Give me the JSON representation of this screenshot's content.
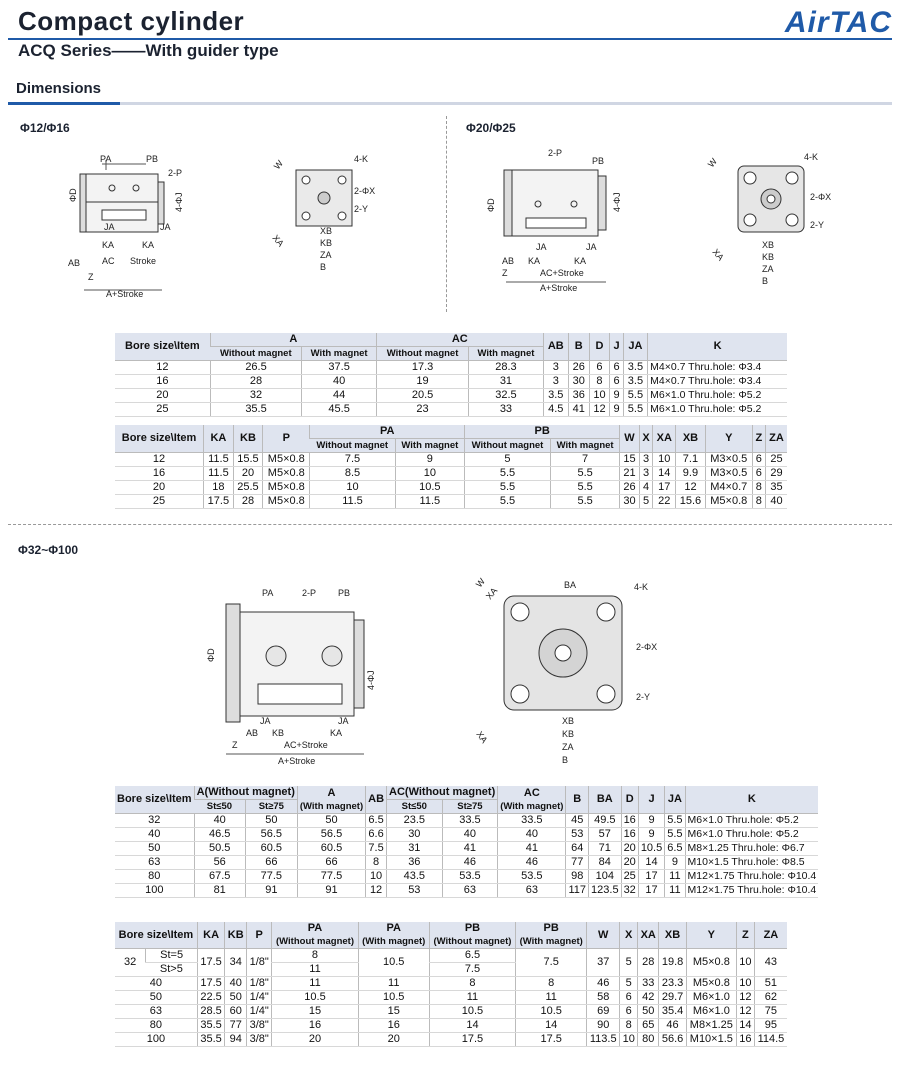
{
  "header": {
    "title": "Compact cylinder",
    "subtitle": "ACQ Series——With guider type",
    "brand": "AirTAC",
    "section": "Dimensions"
  },
  "bores": {
    "a": "Φ12/Φ16",
    "b": "Φ20/Φ25",
    "c": "Φ32~Φ100"
  },
  "labels": {
    "PA": "PA",
    "PB": "PB",
    "P2": "2-P",
    "K4": "4-K",
    "X2": "2-ΦX",
    "Y2": "2-Y",
    "D": "ΦD",
    "J4": "4-ΦJ",
    "W": "W",
    "XA": "XA",
    "XB": "XB",
    "KB": "KB",
    "ZA": "ZA",
    "B": "B",
    "BA": "BA",
    "AB": "AB",
    "JA": "JA",
    "KA": "KA",
    "AC": "AC",
    "Z": "Z",
    "Stroke": "Stroke",
    "ACS": "AC+Stroke",
    "AS": "A+Stroke"
  },
  "t1": {
    "h1": [
      "Bore size\\Item",
      "A",
      "AC",
      "AB",
      "B",
      "D",
      "J",
      "JA",
      "K"
    ],
    "h2": [
      "Without magnet",
      "With magnet",
      "Without magnet",
      "With magnet"
    ],
    "rows": [
      [
        "12",
        "26.5",
        "37.5",
        "17.3",
        "28.3",
        "3",
        "26",
        "6",
        "6",
        "3.5",
        "M4×0.7 Thru.hole: Φ3.4"
      ],
      [
        "16",
        "28",
        "40",
        "19",
        "31",
        "3",
        "30",
        "8",
        "6",
        "3.5",
        "M4×0.7 Thru.hole: Φ3.4"
      ],
      [
        "20",
        "32",
        "44",
        "20.5",
        "32.5",
        "3.5",
        "36",
        "10",
        "9",
        "5.5",
        "M6×1.0 Thru.hole: Φ5.2"
      ],
      [
        "25",
        "35.5",
        "45.5",
        "23",
        "33",
        "4.5",
        "41",
        "12",
        "9",
        "5.5",
        "M6×1.0 Thru.hole: Φ5.2"
      ]
    ]
  },
  "t2": {
    "h1": [
      "Bore size\\Item",
      "KA",
      "KB",
      "P",
      "PA",
      "PB",
      "W",
      "X",
      "XA",
      "XB",
      "Y",
      "Z",
      "ZA"
    ],
    "h2": [
      "Without magnet",
      "With magnet",
      "Without magnet",
      "With magnet"
    ],
    "rows": [
      [
        "12",
        "11.5",
        "15.5",
        "M5×0.8",
        "7.5",
        "9",
        "5",
        "7",
        "15",
        "3",
        "10",
        "7.1",
        "M3×0.5",
        "6",
        "25"
      ],
      [
        "16",
        "11.5",
        "20",
        "M5×0.8",
        "8.5",
        "10",
        "5.5",
        "5.5",
        "21",
        "3",
        "14",
        "9.9",
        "M3×0.5",
        "6",
        "29"
      ],
      [
        "20",
        "18",
        "25.5",
        "M5×0.8",
        "10",
        "10.5",
        "5.5",
        "5.5",
        "26",
        "4",
        "17",
        "12",
        "M4×0.7",
        "8",
        "35"
      ],
      [
        "25",
        "17.5",
        "28",
        "M5×0.8",
        "11.5",
        "11.5",
        "5.5",
        "5.5",
        "30",
        "5",
        "22",
        "15.6",
        "M5×0.8",
        "8",
        "40"
      ]
    ]
  },
  "t3": {
    "h1": [
      "Bore size\\Item",
      "A(Without magnet)",
      "A",
      "AB",
      "AC(Without magnet)",
      "AC",
      "B",
      "BA",
      "D",
      "J",
      "JA",
      "K"
    ],
    "h1b": [
      "(With magnet)",
      "(With magnet)"
    ],
    "h2": [
      "St≤50",
      "St≥75",
      "St≤50",
      "St≥75"
    ],
    "rows": [
      [
        "32",
        "40",
        "50",
        "50",
        "6.5",
        "23.5",
        "33.5",
        "33.5",
        "45",
        "49.5",
        "16",
        "9",
        "5.5",
        "M6×1.0 Thru.hole: Φ5.2"
      ],
      [
        "40",
        "46.5",
        "56.5",
        "56.5",
        "6.6",
        "30",
        "40",
        "40",
        "53",
        "57",
        "16",
        "9",
        "5.5",
        "M6×1.0 Thru.hole: Φ5.2"
      ],
      [
        "50",
        "50.5",
        "60.5",
        "60.5",
        "7.5",
        "31",
        "41",
        "41",
        "64",
        "71",
        "20",
        "10.5",
        "6.5",
        "M8×1.25 Thru.hole: Φ6.7"
      ],
      [
        "63",
        "56",
        "66",
        "66",
        "8",
        "36",
        "46",
        "46",
        "77",
        "84",
        "20",
        "14",
        "9",
        "M10×1.5 Thru.hole: Φ8.5"
      ],
      [
        "80",
        "67.5",
        "77.5",
        "77.5",
        "10",
        "43.5",
        "53.5",
        "53.5",
        "98",
        "104",
        "25",
        "17",
        "11",
        "M12×1.75 Thru.hole: Φ10.4"
      ],
      [
        "100",
        "81",
        "91",
        "91",
        "12",
        "53",
        "63",
        "63",
        "117",
        "123.5",
        "32",
        "17",
        "11",
        "M12×1.75 Thru.hole: Φ10.4"
      ]
    ]
  },
  "t4": {
    "h1": [
      "Bore size\\Item",
      "KA",
      "KB",
      "P",
      "PA",
      "PA",
      "PB",
      "PB",
      "W",
      "X",
      "XA",
      "XB",
      "Y",
      "Z",
      "ZA"
    ],
    "h1b": [
      "(Without magnet)",
      "(With magnet)",
      "(Without magnet)",
      "(With magnet)"
    ],
    "r32": {
      "bore": "32",
      "st1": "St=5",
      "st2": "St>5",
      "KA": "17.5",
      "KB": "34",
      "P": "1/8\"",
      "PA1a": "8",
      "PA1b": "11",
      "PA2": "10.5",
      "PB1a": "6.5",
      "PB1b": "7.5",
      "PB2": "7.5",
      "W": "37",
      "X": "5",
      "XA": "28",
      "XB": "19.8",
      "Y": "M5×0.8",
      "Z": "10",
      "ZA": "43"
    },
    "rows": [
      [
        "40",
        "17.5",
        "40",
        "1/8\"",
        "11",
        "11",
        "8",
        "8",
        "46",
        "5",
        "33",
        "23.3",
        "M5×0.8",
        "10",
        "51"
      ],
      [
        "50",
        "22.5",
        "50",
        "1/4\"",
        "10.5",
        "10.5",
        "11",
        "11",
        "58",
        "6",
        "42",
        "29.7",
        "M6×1.0",
        "12",
        "62"
      ],
      [
        "63",
        "28.5",
        "60",
        "1/4\"",
        "15",
        "15",
        "10.5",
        "10.5",
        "69",
        "6",
        "50",
        "35.4",
        "M6×1.0",
        "12",
        "75"
      ],
      [
        "80",
        "35.5",
        "77",
        "3/8\"",
        "16",
        "16",
        "14",
        "14",
        "90",
        "8",
        "65",
        "46",
        "M8×1.25",
        "14",
        "95"
      ],
      [
        "100",
        "35.5",
        "94",
        "3/8\"",
        "20",
        "20",
        "17.5",
        "17.5",
        "113.5",
        "10",
        "80",
        "56.6",
        "M10×1.5",
        "16",
        "114.5"
      ]
    ]
  }
}
